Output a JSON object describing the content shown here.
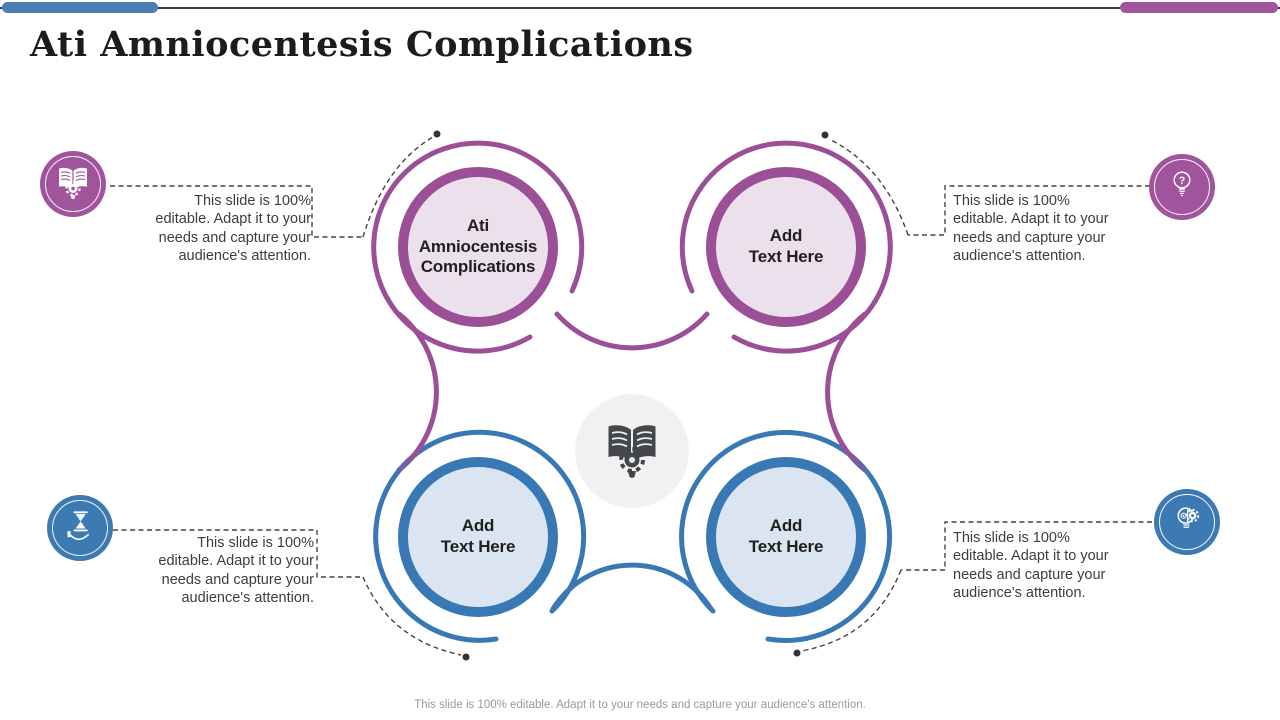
{
  "slide": {
    "title": "Ati Amniocentesis Complications",
    "footer": "This slide is 100% editable. Adapt it to your needs and capture your audience's attention."
  },
  "colors": {
    "accent_blue": "#4a7eb5",
    "accent_purple": "#a0549c",
    "ring_purple": "#9a4f96",
    "ring_blue": "#3878b4",
    "fill_purple": "#ece0ec",
    "fill_blue": "#dbe5f1",
    "center_fill": "#f1f1f1"
  },
  "circles": [
    {
      "id": "top-left",
      "label": "Ati\nAmniocentesis\nComplications",
      "color": "purple"
    },
    {
      "id": "top-right",
      "label": "Add\nText Here",
      "color": "purple"
    },
    {
      "id": "bottom-left",
      "label": "Add\nText Here",
      "color": "blue"
    },
    {
      "id": "bottom-right",
      "label": "Add\nText Here",
      "color": "blue"
    }
  ],
  "center_icon": "book-gear-bulb-icon",
  "callouts": [
    {
      "position": "top-left",
      "icon": "book-gear-bulb-icon",
      "text": "This slide is 100% editable. Adapt it to your needs and capture your audience's attention."
    },
    {
      "position": "top-right",
      "icon": "bulb-question-icon",
      "text": "This slide is 100% editable. Adapt it to your needs and capture your audience's attention."
    },
    {
      "position": "bottom-left",
      "icon": "hourglass-hand-icon",
      "text": "This slide is 100% editable. Adapt it to your needs and capture your audience's attention."
    },
    {
      "position": "bottom-right",
      "icon": "bulb-gear-icon",
      "text": "This slide is 100% editable. Adapt it to your needs and capture your audience's attention."
    }
  ]
}
